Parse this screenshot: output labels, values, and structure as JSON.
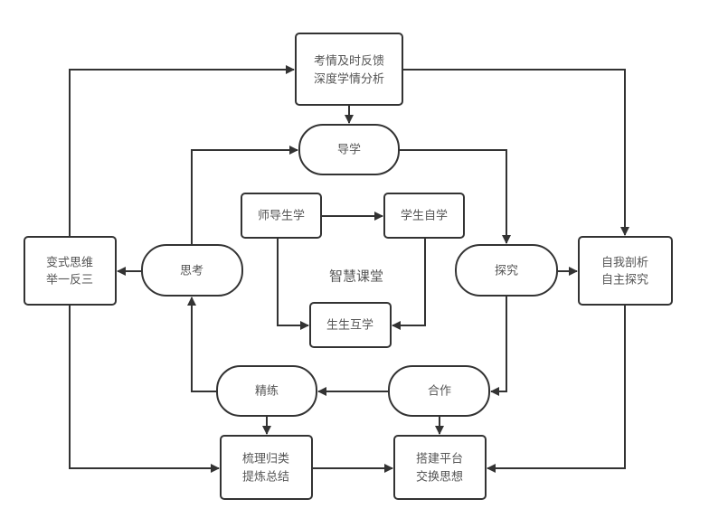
{
  "title": "智慧课堂",
  "colors": {
    "stroke": "#333333",
    "text": "#555555",
    "background": "#ffffff"
  },
  "nodes": {
    "feedback": {
      "shape": "box",
      "lines": [
        "考情及时反馈",
        "深度学情分析"
      ]
    },
    "guide": {
      "shape": "pill",
      "lines": [
        "导学"
      ]
    },
    "teacher_guides": {
      "shape": "box",
      "lines": [
        "师导生学"
      ]
    },
    "self_study": {
      "shape": "box",
      "lines": [
        "学生自学"
      ]
    },
    "peer_study": {
      "shape": "box",
      "lines": [
        "生生互学"
      ]
    },
    "variant_thinking": {
      "shape": "box",
      "lines": [
        "变式思维",
        "举一反三"
      ]
    },
    "think": {
      "shape": "pill",
      "lines": [
        "思考"
      ]
    },
    "explore": {
      "shape": "pill",
      "lines": [
        "探究"
      ]
    },
    "self_analysis": {
      "shape": "box",
      "lines": [
        "自我剖析",
        "自主探究"
      ]
    },
    "practice": {
      "shape": "pill",
      "lines": [
        "精练"
      ]
    },
    "cooperate": {
      "shape": "pill",
      "lines": [
        "合作"
      ]
    },
    "summarize": {
      "shape": "box",
      "lines": [
        "梳理归类",
        "提炼总结"
      ]
    },
    "platform": {
      "shape": "box",
      "lines": [
        "搭建平台",
        "交换思想"
      ]
    }
  },
  "edges": [
    {
      "from": "variant_thinking",
      "to": "feedback"
    },
    {
      "from": "feedback",
      "to": "guide"
    },
    {
      "from": "feedback",
      "to": "self_analysis"
    },
    {
      "from": "think",
      "to": "guide"
    },
    {
      "from": "guide",
      "to": "explore"
    },
    {
      "from": "teacher_guides",
      "to": "self_study"
    },
    {
      "from": "teacher_guides",
      "to": "peer_study"
    },
    {
      "from": "self_study",
      "to": "peer_study"
    },
    {
      "from": "think",
      "to": "variant_thinking"
    },
    {
      "from": "explore",
      "to": "self_analysis"
    },
    {
      "from": "explore",
      "to": "cooperate"
    },
    {
      "from": "cooperate",
      "to": "practice"
    },
    {
      "from": "practice",
      "to": "think"
    },
    {
      "from": "practice",
      "to": "summarize"
    },
    {
      "from": "cooperate",
      "to": "platform"
    },
    {
      "from": "variant_thinking",
      "to": "summarize"
    },
    {
      "from": "summarize",
      "to": "platform"
    },
    {
      "from": "self_analysis",
      "to": "platform"
    }
  ]
}
